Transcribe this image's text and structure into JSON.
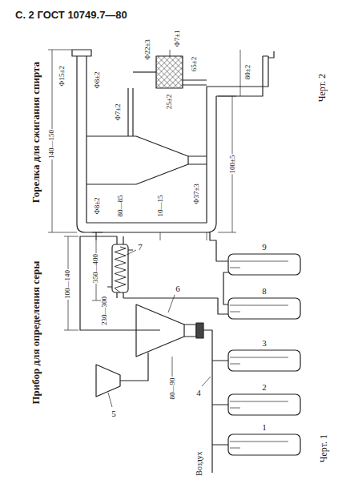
{
  "diagram": {
    "labels": [
      "С. 2 ГОСТ 10749.7—80",
      "Горелка для сжигания спирта",
      "Прибор для определения серы",
      "Черт. 2",
      "Черт. 1",
      "Ф15±2",
      "Ф8±2",
      "Ф8±2",
      "80—85",
      "140—150",
      "10—15",
      "Ф7±2",
      "Ф37±3",
      "100±5",
      "Ф22±3",
      "25±2",
      "Ф7±1",
      "65±2",
      "80±2",
      "350—400",
      "230—300",
      "100—140",
      "80—90",
      "1",
      "2",
      "3",
      "4",
      "5",
      "6",
      "7",
      "8",
      "9",
      "Воздух"
    ]
  }
}
